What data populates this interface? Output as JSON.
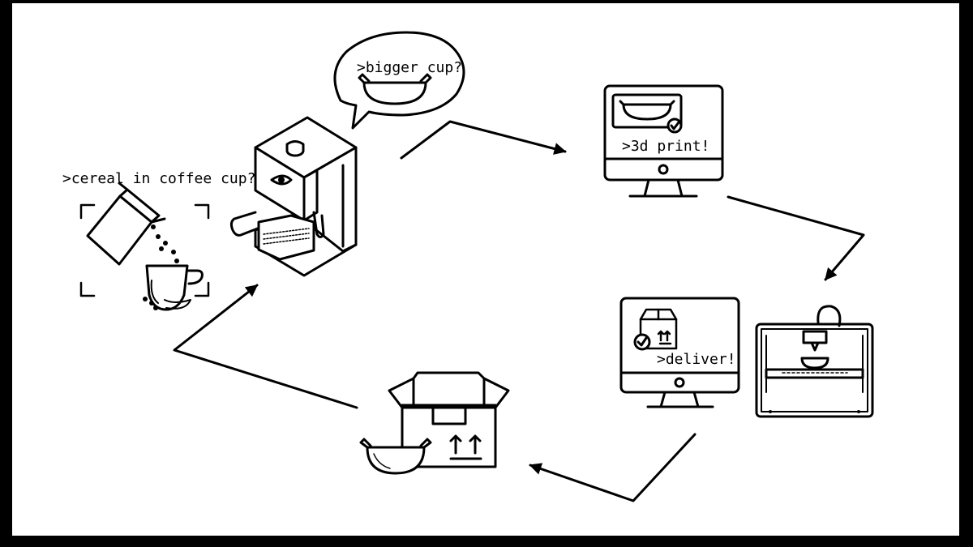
{
  "labels": {
    "cereal": ">cereal in coffee cup?",
    "bigger_cup": ">bigger cup?",
    "print": ">3d print!",
    "deliver": ">deliver!"
  },
  "colors": {
    "ink": "#000000",
    "paper": "#ffffff",
    "frame": "#000000"
  },
  "icons": [
    "camera-frame-icon",
    "cereal-box-icon",
    "coffee-cup-icon",
    "espresso-machine-icon",
    "eye-icon",
    "speech-bubble-icon",
    "bowl-icon",
    "monitor-icon",
    "check-icon",
    "package-icon",
    "3d-printer-icon",
    "shipping-box-icon",
    "arrow-icon"
  ]
}
